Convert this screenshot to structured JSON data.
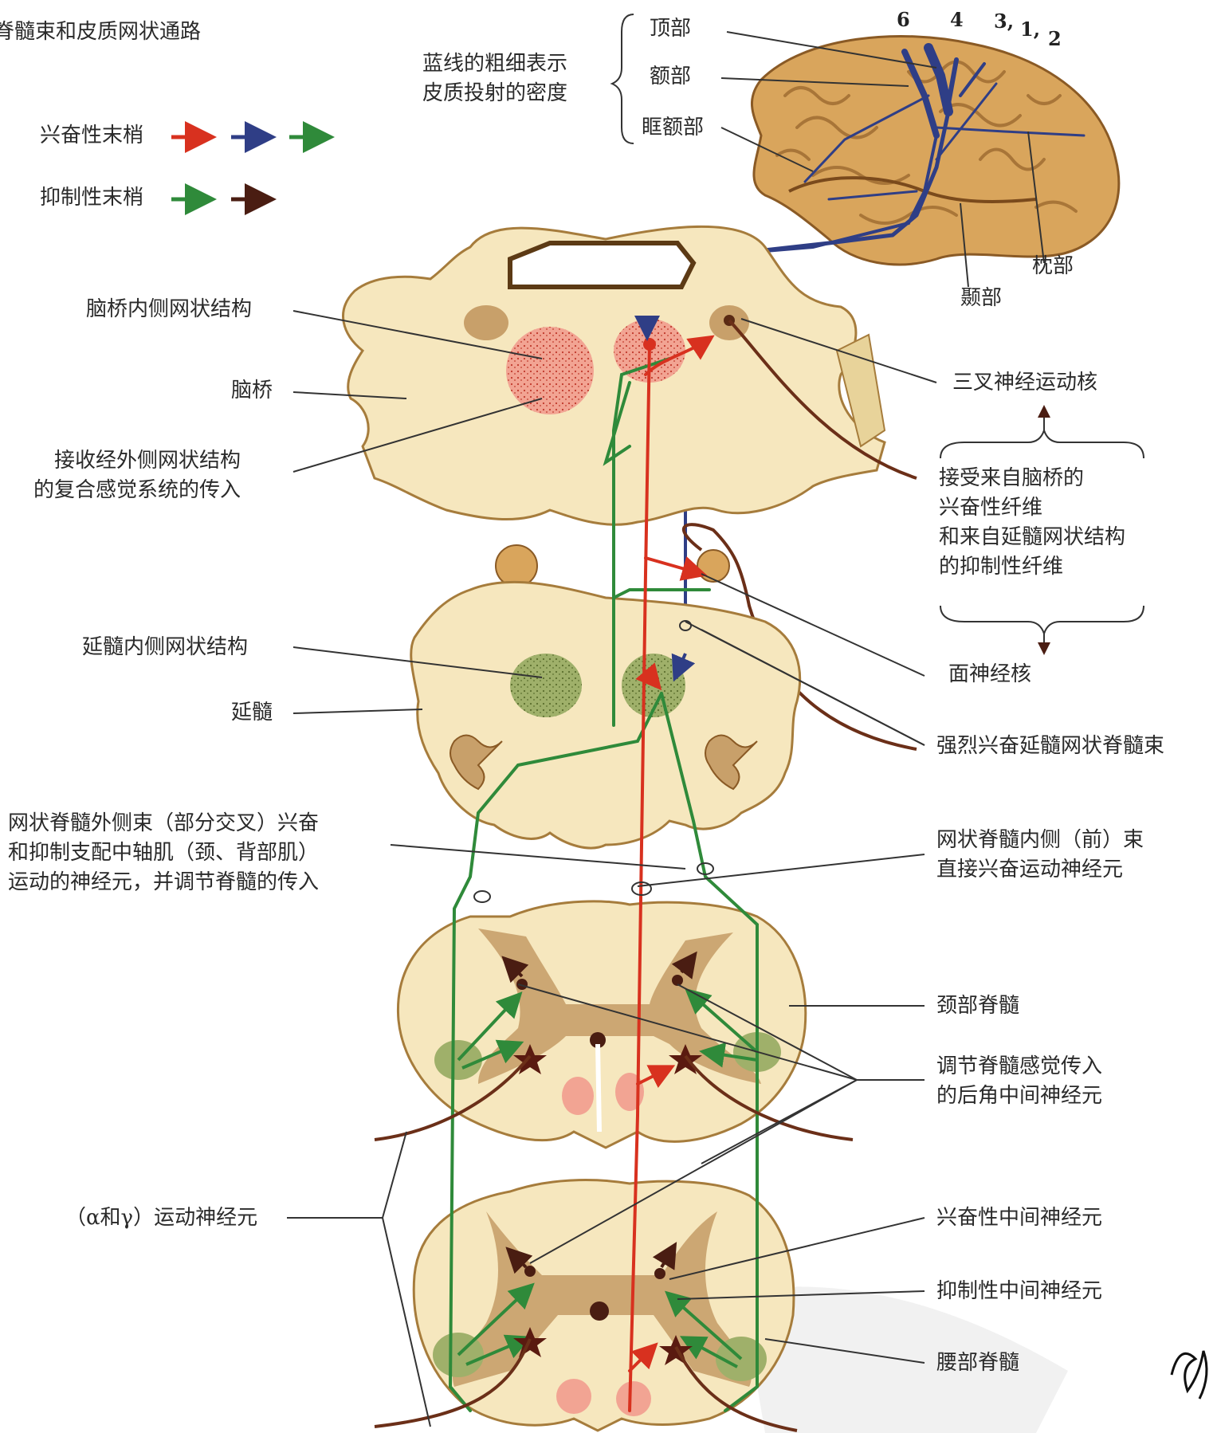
{
  "title": "脊髓束和皮质网状通路",
  "legend": {
    "excitatory": {
      "label": "兴奋性末梢",
      "colors": [
        "#d8311f",
        "#2f3e86",
        "#2f8a3a"
      ]
    },
    "inhibitory": {
      "label": "抑制性末梢",
      "colors": [
        "#2f8a3a",
        "#4a1d12"
      ]
    }
  },
  "cortex_note": [
    "蓝线的粗细表示",
    "皮质投射的密度"
  ],
  "cortex_regions": [
    "顶部",
    "额部",
    "眶额部",
    "枕部",
    "颞部"
  ],
  "area_numbers": [
    "6",
    "4",
    "3,",
    "1,",
    "2"
  ],
  "labels_left": {
    "pons_medial_reticular": "脑桥内侧网状结构",
    "pons": "脑桥",
    "receive_lateral": [
      "接收经外侧网状结构",
      "的复合感觉系统的传入"
    ],
    "medulla_medial_reticular": "延髓内侧网状结构",
    "medulla": "延髓",
    "lateral_tract": [
      "网状脊髓外侧束（部分交叉）兴奋",
      "和抑制支配中轴肌（颈、背部肌）",
      "运动的神经元，并调节脊髓的传入"
    ],
    "motor_neurons": "（α和γ）运动神经元"
  },
  "labels_right": {
    "trigeminal_motor": "三叉神经运动核",
    "receive_fibers": [
      "接受来自脑桥的",
      "兴奋性纤维",
      "和来自延髓网状结构",
      "的抑制性纤维"
    ],
    "facial_nucleus": "面神经核",
    "strong_excite": "强烈兴奋延髓网状脊髓束",
    "medial_tract": [
      "网状脊髓内侧（前）束",
      "直接兴奋运动神经元"
    ],
    "cervical_cord": "颈部脊髓",
    "dorsal_horn": [
      "调节脊髓感觉传入",
      "的后角中间神经元"
    ],
    "excit_interneuron": "兴奋性中间神经元",
    "inhib_interneuron": "抑制性中间神经元",
    "lumbar_cord": "腰部脊髓"
  },
  "colors": {
    "tissue": "#f6e7be",
    "grey_matter": "#c8a06a",
    "brain": "#d9a55c",
    "pontine_nucleus": "#f2a493",
    "medullary_nucleus": "#9fb06a",
    "excitatory_red": "#d8311f",
    "cortical_blue": "#2f3e86",
    "reticular_green": "#2f8a3a",
    "inhibitory_brown": "#4a1d12"
  }
}
